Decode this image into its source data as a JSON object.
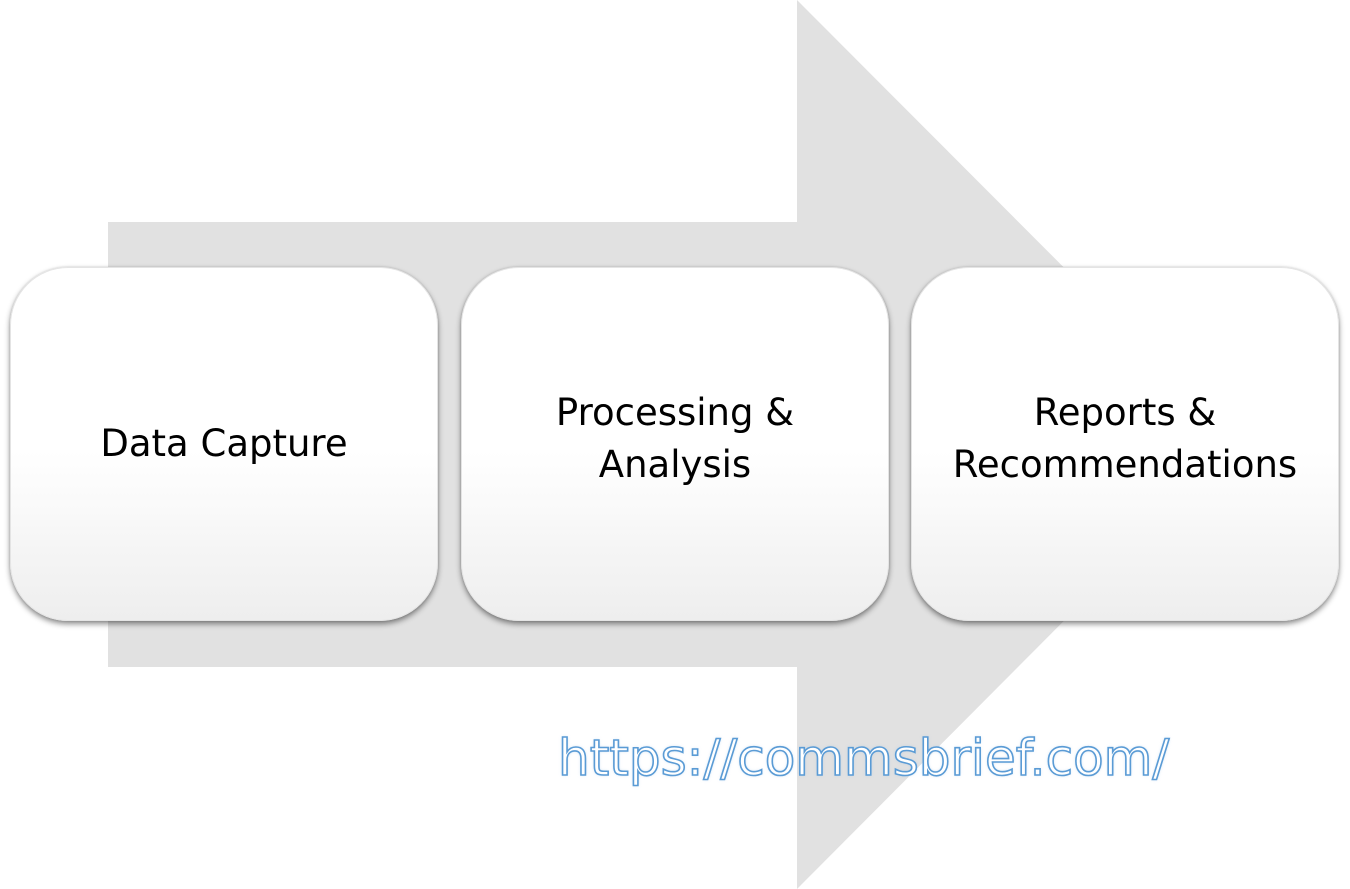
{
  "diagram": {
    "arrow_color": "#e1e1e1",
    "steps": [
      {
        "label": "Data Capture"
      },
      {
        "label": "Processing &\nAnalysis"
      },
      {
        "label": "Reports &\nRecommendations"
      }
    ],
    "watermark": "https://commsbrief.com/",
    "watermark_color": "#5a9bd5"
  }
}
